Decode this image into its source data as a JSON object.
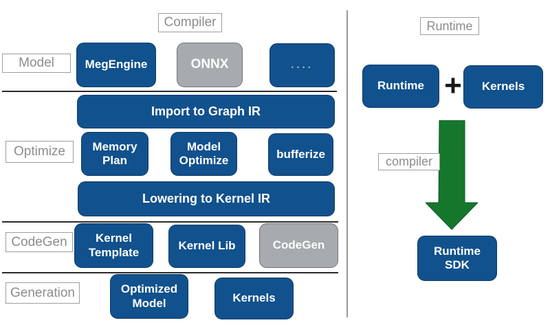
{
  "colors": {
    "box_blue": "#11518D",
    "box_gray": "#A7AAAE",
    "arrow_green": "#15772C",
    "divider_gray": "#999999",
    "separator_dark": "#2A2A2A",
    "label_text_gray": "#8C8C8C",
    "plus_black": "#1A1A1A",
    "box_text": "#FFFFFF",
    "dots_text": "#AEBBCB"
  },
  "compiler": {
    "title": "Compiler",
    "labels": {
      "model": "Model",
      "optimize": "Optimize",
      "codegen": "CodeGen",
      "generation": "Generation"
    },
    "boxes": {
      "megengine": "MegEngine",
      "onnx": "ONNX",
      "dots": "....",
      "import_graph_ir": "Import to Graph IR",
      "memory_plan": "Memory\nPlan",
      "model_optimize": "Model\nOptimize",
      "bufferize": "bufferize",
      "lowering_kernel_ir": "Lowering to Kernel IR",
      "kernel_template": "Kernel\nTemplate",
      "kernel_lib": "Kernel Lib",
      "codegen": "CodeGen",
      "optimized_model": "Optimized\nModel",
      "kernels": "Kernels"
    }
  },
  "runtime": {
    "title": "Runtime",
    "boxes": {
      "runtime": "Runtime",
      "kernels": "Kernels",
      "runtime_sdk": "Runtime\nSDK"
    },
    "plus": "+",
    "label_compiler": "compiler",
    "arrow": "green-down-arrow"
  }
}
